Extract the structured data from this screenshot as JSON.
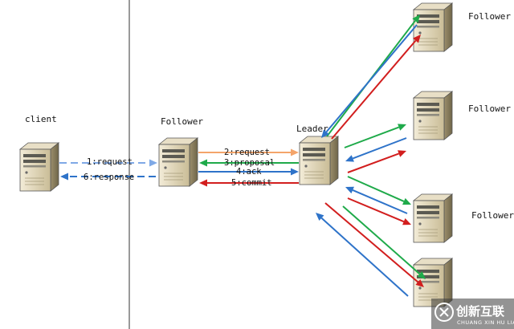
{
  "nodes": {
    "client": {
      "label": "client"
    },
    "follower_main": {
      "label": "Follower"
    },
    "leader": {
      "label": "Leader"
    },
    "follower_top": {
      "label": "Follower"
    },
    "follower_upper_mid": {
      "label": "Follower"
    },
    "follower_lower_mid": {
      "label": "Follower"
    },
    "follower_bottom": {
      "label": ""
    }
  },
  "messages": {
    "request_1": "1:request",
    "response_6": "6:response",
    "request_2": "2:request",
    "proposal_3": "3:proposal",
    "ack_4": "4:ack",
    "commit_5": "5:commit"
  },
  "colors": {
    "request": "#F4A46A",
    "proposal": "#1FAA4A",
    "ack": "#2E73C9",
    "commit": "#D21E1E",
    "client_request": "#7FA9E6",
    "client_response": "#2E73C9",
    "divider": "#333333"
  },
  "watermark": {
    "title": "创新互联",
    "subtitle": "CHUANG XIN HU LIAN"
  }
}
